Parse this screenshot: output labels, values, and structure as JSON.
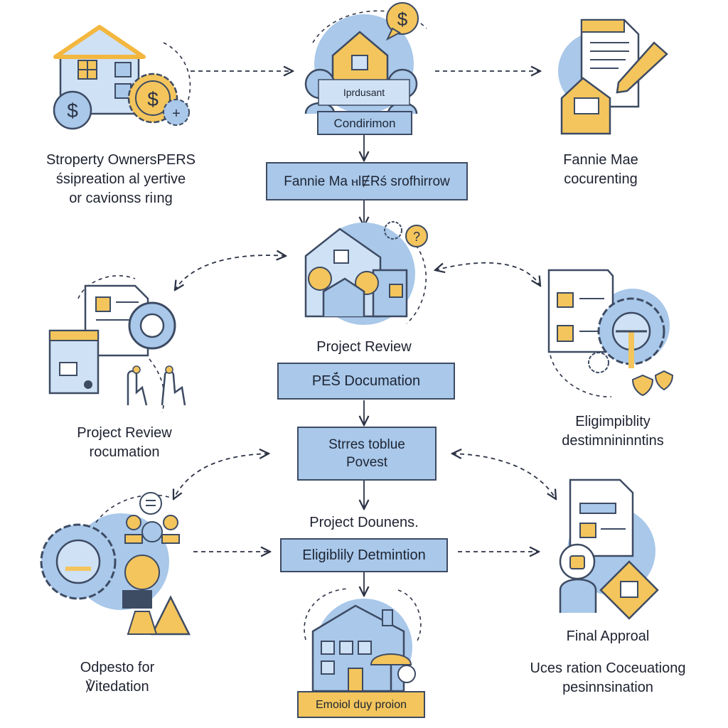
{
  "top_left": {
    "label_lines": [
      "Stroperty OwnersPERS",
      "śsipreation al yertive",
      "or cavionss riıng"
    ]
  },
  "top_center": {
    "badge": "Iprdusant",
    "box": "Condirimon"
  },
  "top_right": {
    "label_lines": [
      "Fannie Mae",
      "cocurenting"
    ]
  },
  "row2_box": "Fannie Ma ⲏlɆRś srofhirrow",
  "center_house": {
    "label": "Project Review"
  },
  "left_mid": {
    "label_lines": [
      "Project Review",
      "rocumation"
    ]
  },
  "right_mid": {
    "label_lines": [
      "Eligimpiblity",
      "destimnininntins"
    ]
  },
  "pers_box": "PEŚ̆ Documation",
  "stress_box_lines": [
    "Strres toblue",
    "Povest"
  ],
  "project_doun": "Project Dounens.",
  "eligibility_box": "Eligiblily Detmintion",
  "bottom_left": {
    "label_lines": [
      "Odpesto for",
      "℣itedation"
    ]
  },
  "bottom_center": {
    "box": "Emoiol duy proion"
  },
  "bottom_right": {
    "label_lines": [
      "Final Approal",
      "",
      "Uces ration Coceuationg",
      "pesinnsination"
    ]
  },
  "icons": [
    "house-icon",
    "dollar-coin-icon",
    "gear-icon",
    "speech-bubble-dollar-icon",
    "people-icon",
    "document-pen-icon",
    "question-bubble-icon",
    "checklist-icon",
    "magnifier-icon",
    "hand-icon",
    "gear-wrench-icon",
    "shield-icon",
    "warning-triangle-icon",
    "tree-icon"
  ],
  "colors": {
    "blue": "#a9c8ea",
    "light_blue": "#cfe1f5",
    "gold": "#f3c55c",
    "outline": "#3d4b63"
  }
}
